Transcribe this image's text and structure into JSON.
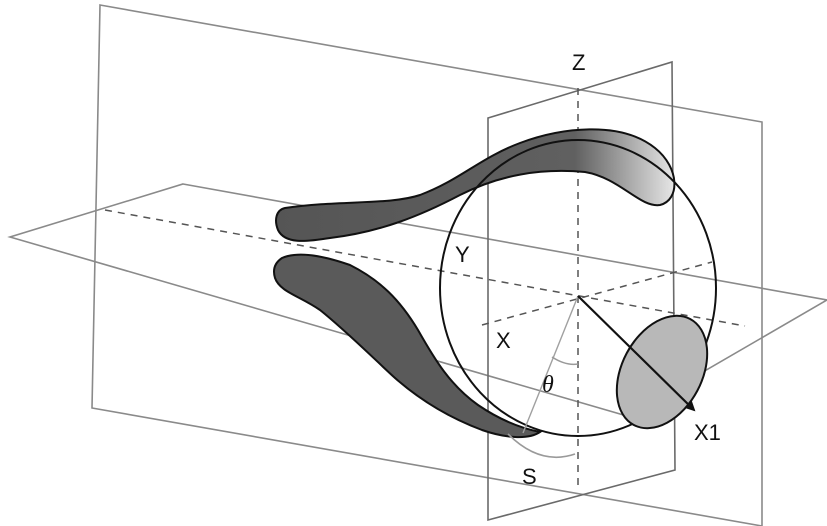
{
  "labels": {
    "z": "Z",
    "y": "Y",
    "x": "X",
    "x1": "X1",
    "theta": "θ",
    "s": "S"
  },
  "colors": {
    "plane_stroke": "#8a8a8a",
    "muscle_fill": "#5a5a5a",
    "muscle_stroke": "#111111",
    "cornea_fill": "#b8b8b8",
    "eye_stroke": "#111111",
    "axis_dash": "#555555",
    "angle_arc": "#9a9a9a"
  }
}
